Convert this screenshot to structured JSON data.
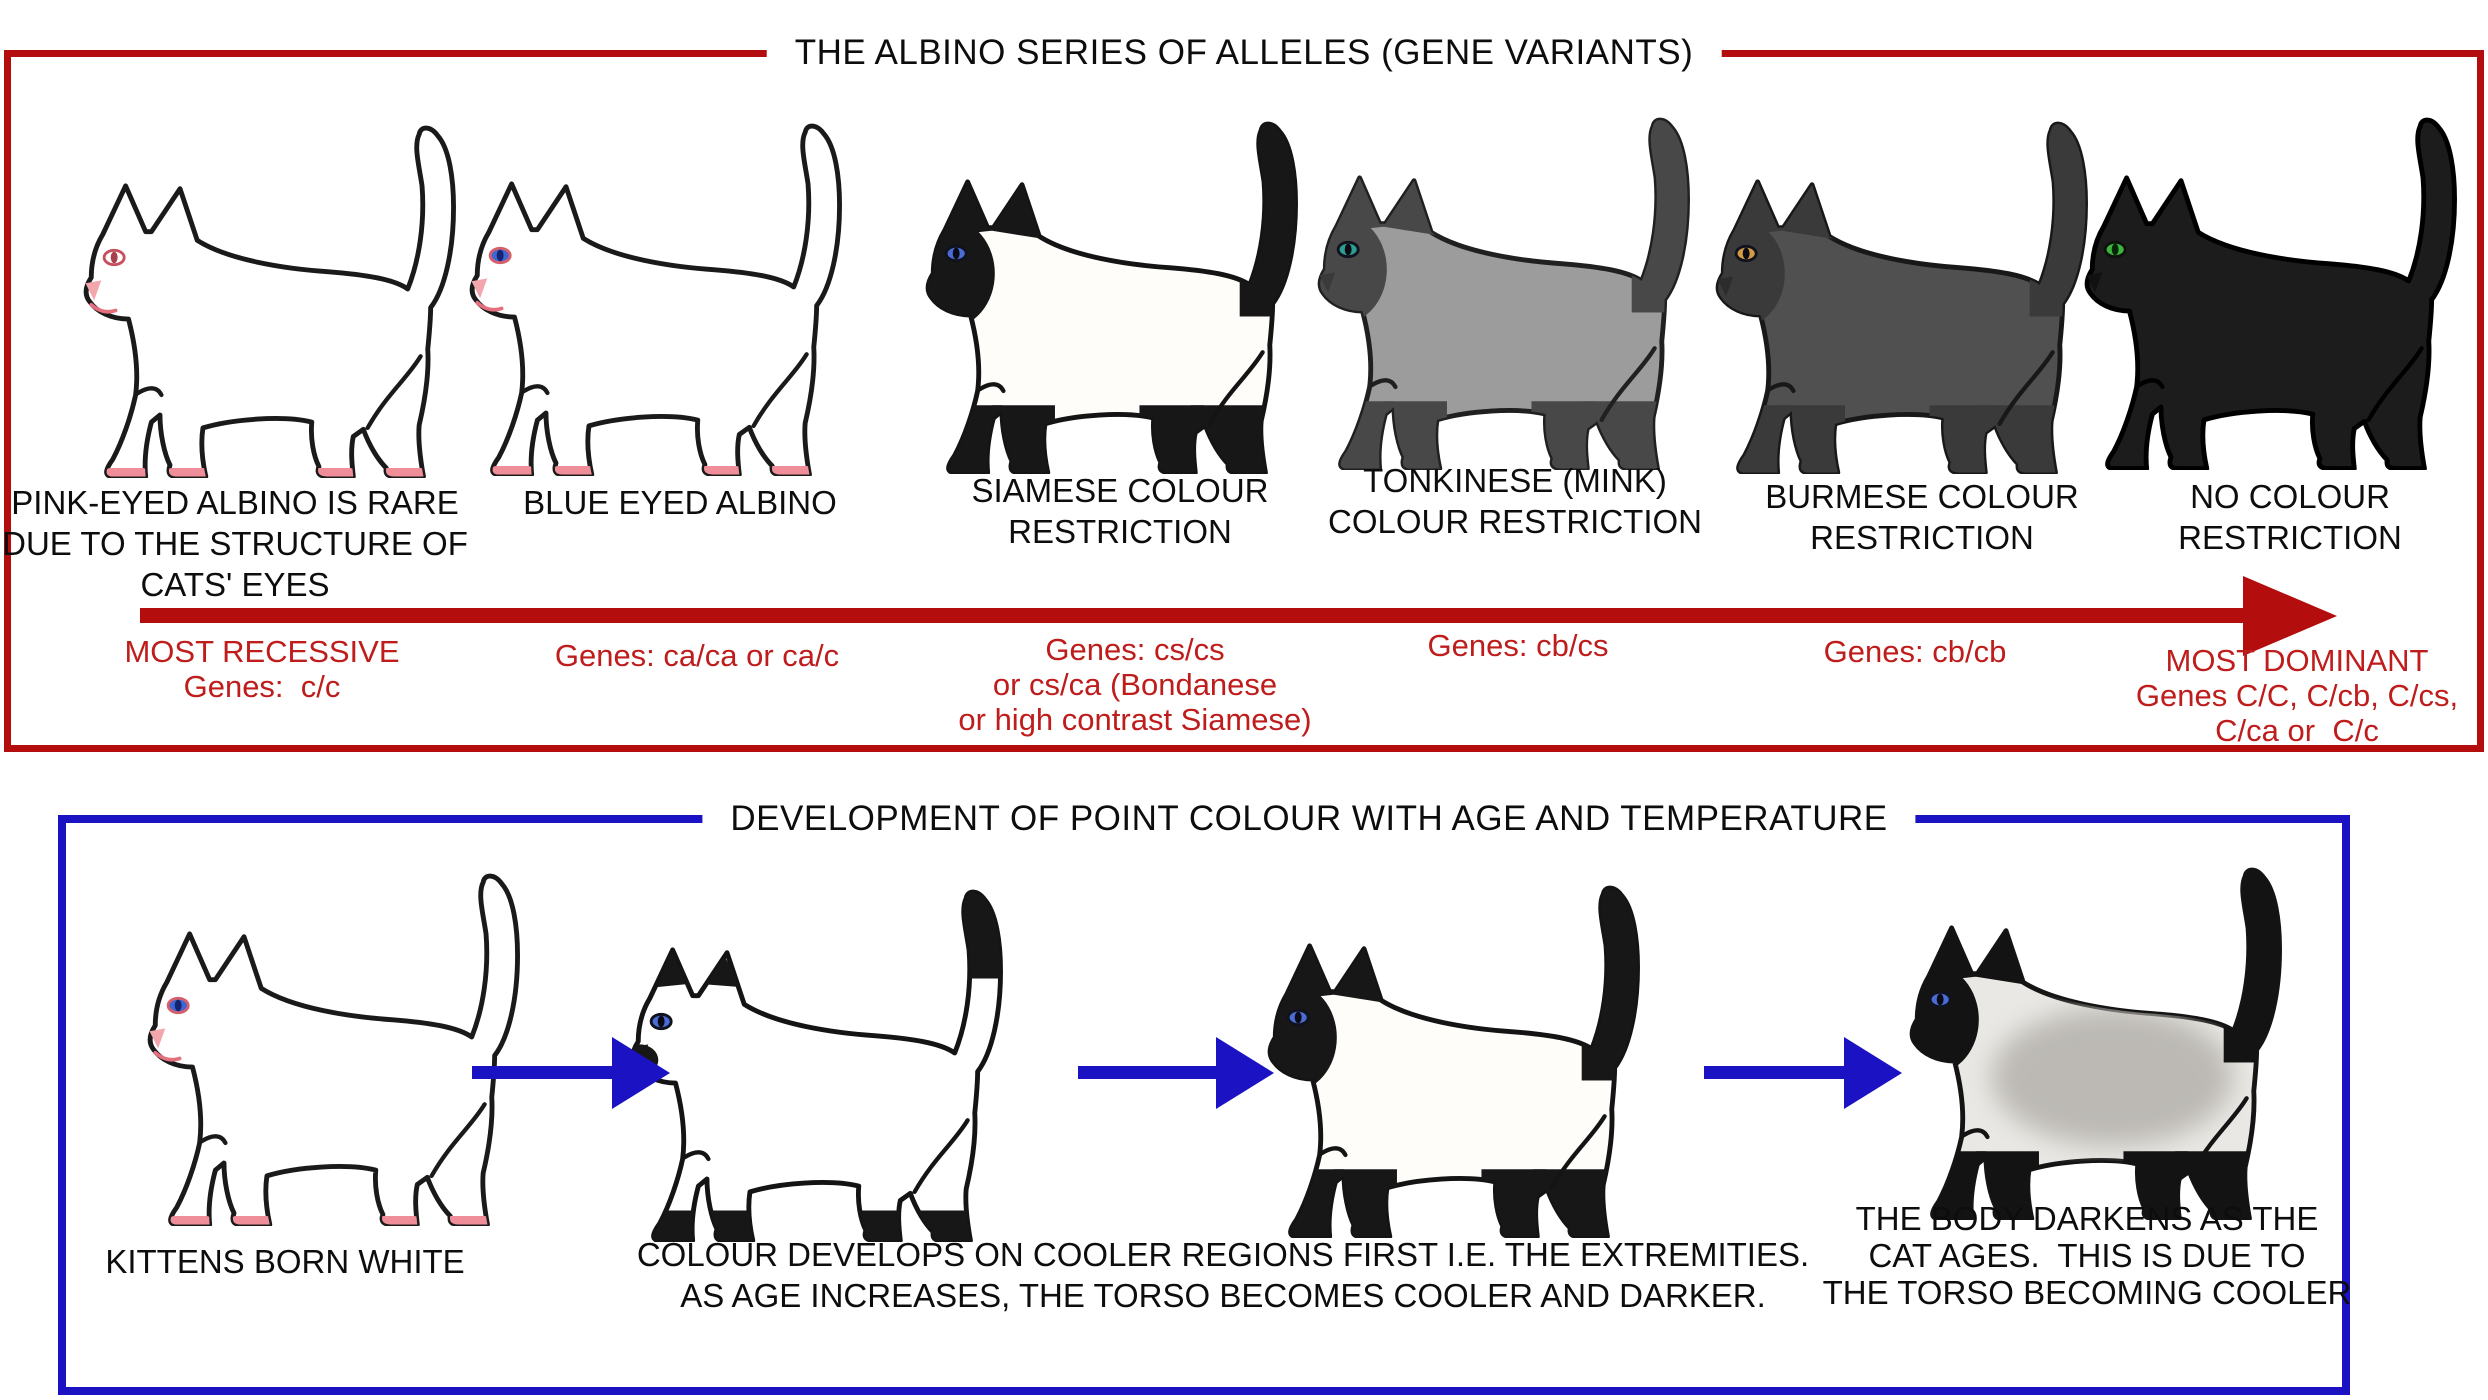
{
  "top": {
    "title": "THE ALBINO SERIES OF ALLELES (GENE VARIANTS)",
    "border_color": "#b30d0d",
    "arrow_color": "#b30d0d",
    "gene_text_color": "#bf1c1c",
    "cats": [
      {
        "id": "pink-eyed-albino",
        "label_lines": [
          "PINK-EYED ALBINO IS RARE",
          "DUE TO THE STRUCTURE OF",
          "CATS' EYES"
        ],
        "gene_lines": [
          "MOST RECESSIVE",
          "Genes:  c/c"
        ],
        "art": {
          "body": "#ffffff",
          "outline": "#1a1a1a",
          "points": "#161616",
          "mask": "none",
          "ears": "none",
          "tail": "none",
          "boots": "none",
          "eye_fill": "#ffffff",
          "eye_stroke": "#c8505e",
          "pupil": "#a8404e",
          "nose": "#f4a6ad",
          "mouth": "#e4707e",
          "toes": "#ef8e99",
          "shade": null
        }
      },
      {
        "id": "blue-eyed-albino",
        "label_lines": [
          "BLUE EYED ALBINO"
        ],
        "gene_lines": [
          "Genes: ca/ca or ca/c"
        ],
        "art": {
          "body": "#ffffff",
          "outline": "#1a1a1a",
          "points": "#161616",
          "mask": "none",
          "ears": "none",
          "tail": "none",
          "boots": "none",
          "eye_fill": "#3e66d6",
          "eye_stroke": "#d4606c",
          "pupil": "#15246e",
          "nose": "#f4a6ad",
          "mouth": "#e4707e",
          "toes": "#ef8e99",
          "shade": null
        }
      },
      {
        "id": "siamese",
        "label_lines": [
          "SIAMESE COLOUR",
          "RESTRICTION"
        ],
        "gene_lines": [
          "Genes: cs/cs",
          "or cs/ca (Bondanese",
          "or high contrast Siamese)"
        ],
        "art": {
          "body": "#fffdfa",
          "outline": "#141414",
          "points": "#171717",
          "mask": "full",
          "ears": "full",
          "tail": "full",
          "boots": "full",
          "eye_fill": "#4a6cd4",
          "eye_stroke": "#10131d",
          "pupil": "#0a0a14",
          "nose": "#171717",
          "mouth": null,
          "toes": null,
          "shade": null
        }
      },
      {
        "id": "tonkinese",
        "label_lines": [
          "TONKINESE (MINK)",
          "COLOUR RESTRICTION"
        ],
        "gene_lines": [
          "Genes: cb/cs"
        ],
        "art": {
          "body": "#9c9c9c",
          "outline": "#202020",
          "points": "#484848",
          "mask": "full",
          "ears": "full",
          "tail": "full",
          "boots": "full",
          "eye_fill": "#2f9d92",
          "eye_stroke": "#10131d",
          "pupil": "#0a0a14",
          "nose": "#3a3a3a",
          "mouth": null,
          "toes": null,
          "shade": null
        }
      },
      {
        "id": "burmese",
        "label_lines": [
          "BURMESE COLOUR",
          "RESTRICTION"
        ],
        "gene_lines": [
          "Genes: cb/cb"
        ],
        "art": {
          "body": "#505050",
          "outline": "#181818",
          "points": "#3a3a3a",
          "mask": "full",
          "ears": "full",
          "tail": "full",
          "boots": "full",
          "eye_fill": "#d49a42",
          "eye_stroke": "#10131d",
          "pupil": "#0a0a14",
          "nose": "#2c2c2c",
          "mouth": null,
          "toes": null,
          "shade": null
        }
      },
      {
        "id": "no-restriction",
        "label_lines": [
          "NO COLOUR",
          "RESTRICTION"
        ],
        "gene_lines": [
          "MOST DOMINANT",
          "Genes C/C, C/cb, C/cs,",
          "C/ca or  C/c"
        ],
        "art": {
          "body": "#1c1c1c",
          "outline": "#000000",
          "points": "#111111",
          "mask": "none",
          "ears": "none",
          "tail": "none",
          "boots": "none",
          "eye_fill": "#3fb33f",
          "eye_stroke": "#0c120c",
          "pupil": "#052505",
          "nose": "#111111",
          "mouth": null,
          "toes": null,
          "shade": null
        }
      }
    ]
  },
  "bottom": {
    "title": "DEVELOPMENT OF POINT COLOUR WITH AGE AND TEMPERATURE",
    "border_color": "#1b12c4",
    "arrow_color": "#1b12c4",
    "cats": [
      {
        "id": "kitten-born-white",
        "art": {
          "body": "#ffffff",
          "outline": "#1a1a1a",
          "points": "#161616",
          "mask": "none",
          "ears": "none",
          "tail": "none",
          "boots": "none",
          "eye_fill": "#3e66d6",
          "eye_stroke": "#d4606c",
          "pupil": "#15246e",
          "nose": "#f4a6ad",
          "mouth": "#e4707e",
          "toes": "#ef8e99",
          "shade": null
        }
      },
      {
        "id": "points-developing",
        "art": {
          "body": "#ffffff",
          "outline": "#141414",
          "points": "#171717",
          "mask": "muzzle",
          "ears": "tips",
          "tail": "tip",
          "boots": "small",
          "eye_fill": "#4a6cd4",
          "eye_stroke": "#10131d",
          "pupil": "#0a0a14",
          "nose": "#171717",
          "mouth": null,
          "toes": null,
          "shade": null
        }
      },
      {
        "id": "points-developed",
        "art": {
          "body": "#fffdfa",
          "outline": "#141414",
          "points": "#171717",
          "mask": "full",
          "ears": "full",
          "tail": "full",
          "boots": "full",
          "eye_fill": "#4a6cd4",
          "eye_stroke": "#10131d",
          "pupil": "#0a0a14",
          "nose": "#171717",
          "mouth": null,
          "toes": null,
          "shade": null
        }
      },
      {
        "id": "body-darkened",
        "art": {
          "body": "#eae8e4",
          "outline": "#141414",
          "points": "#131313",
          "mask": "full",
          "ears": "full",
          "tail": "full",
          "boots": "full",
          "eye_fill": "#4a6cd4",
          "eye_stroke": "#10131d",
          "pupil": "#0a0a14",
          "nose": "#131313",
          "mouth": null,
          "toes": null,
          "shade": "#bcb9b4"
        }
      }
    ],
    "captions": [
      {
        "lines": [
          "KITTENS BORN WHITE"
        ]
      },
      {
        "lines": [
          "COLOUR DEVELOPS ON COOLER REGIONS FIRST I.E. THE EXTREMITIES.",
          "AS AGE INCREASES, THE TORSO BECOMES COOLER AND DARKER."
        ]
      },
      {
        "lines": [
          "THE BODY DARKENS AS THE",
          "CAT AGES.  THIS IS DUE TO",
          "THE TORSO BECOMING COOLER"
        ]
      }
    ]
  }
}
